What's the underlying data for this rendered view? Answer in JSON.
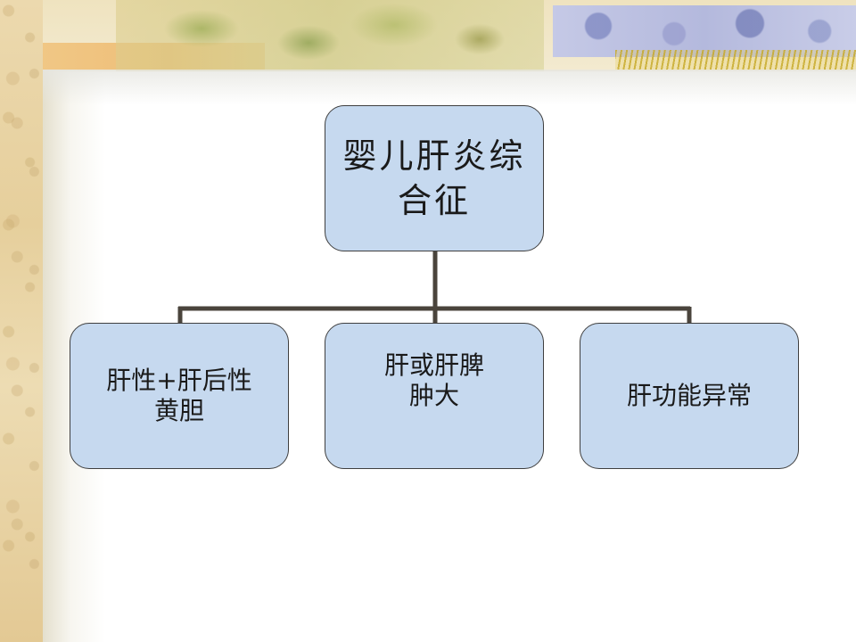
{
  "diagram": {
    "root": {
      "lines": [
        "婴儿肝炎综",
        "合征"
      ]
    },
    "children": [
      {
        "lines": [
          "肝性+肝后性",
          "黄胆"
        ]
      },
      {
        "lines": [
          "肝或肝脾",
          "肿大"
        ]
      },
      {
        "lines": [
          "肝功能异常"
        ]
      }
    ]
  },
  "colors": {
    "node_fill": "#c6d9ef",
    "node_border": "#3f3f3f",
    "connector": "#4a443c"
  }
}
